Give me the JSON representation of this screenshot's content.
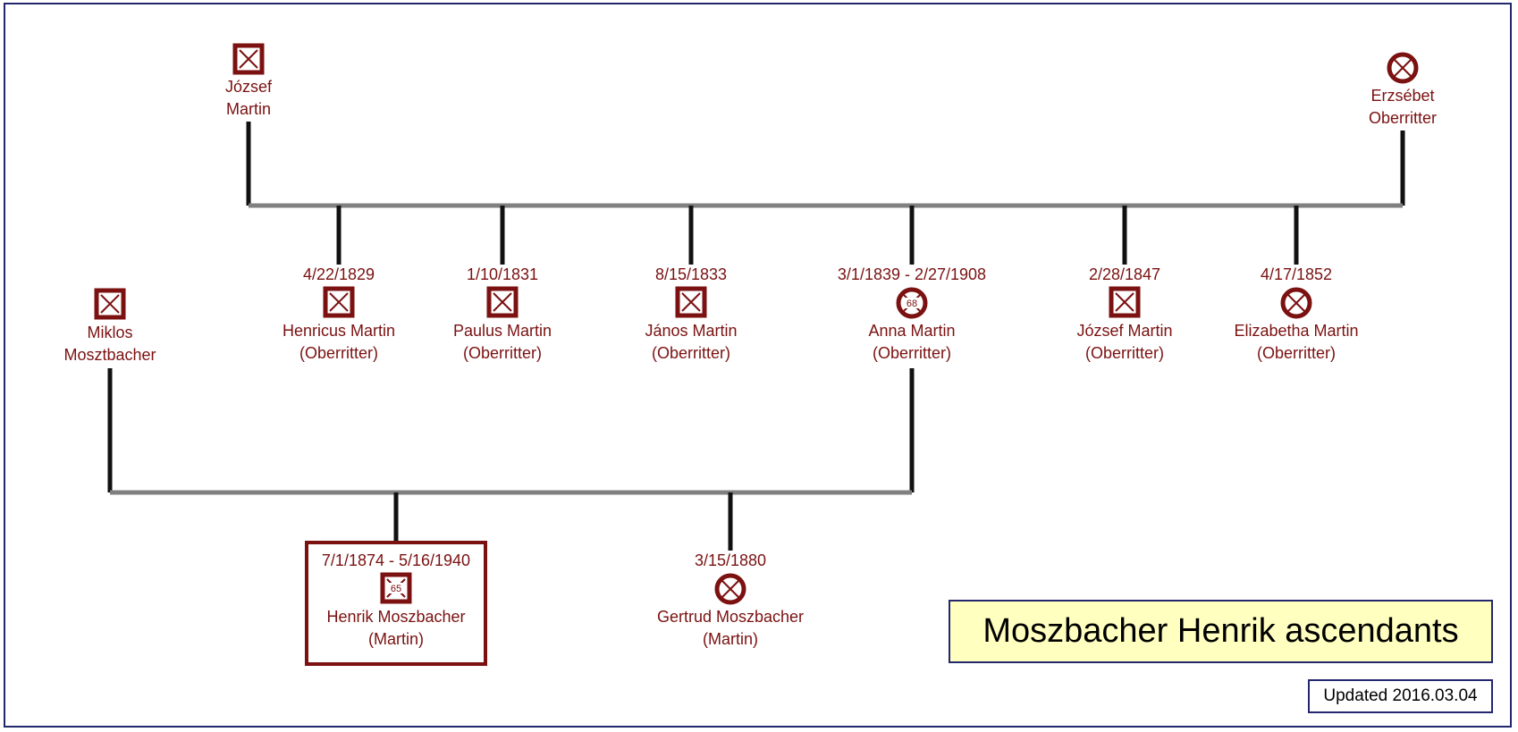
{
  "title": "Moszbacher Henrik ascendants",
  "updated": "Updated 2016.03.04",
  "colors": {
    "person": "#7b1111",
    "frame": "#22276e",
    "title_bg": "#ffffc0",
    "line_dark": "#111111",
    "line_gray": "#808080"
  },
  "people": {
    "jozsef_sr": {
      "date": "",
      "name": "József",
      "name2": "Martin",
      "symbol": "male-deceased-icon",
      "age": ""
    },
    "erzsebet": {
      "date": "",
      "name": "Erzsébet",
      "name2": "Oberritter",
      "symbol": "female-deceased-icon",
      "age": ""
    },
    "miklos": {
      "date": "",
      "name": "Miklos",
      "name2": "Mosztbacher",
      "symbol": "male-deceased-icon",
      "age": ""
    },
    "henricus": {
      "date": "4/22/1829",
      "name": "Henricus Martin",
      "name2": "(Oberritter)",
      "symbol": "male-deceased-icon",
      "age": ""
    },
    "paulus": {
      "date": "1/10/1831",
      "name": "Paulus Martin",
      "name2": "(Oberritter)",
      "symbol": "male-deceased-icon",
      "age": ""
    },
    "janos": {
      "date": "8/15/1833",
      "name": "János Martin",
      "name2": "(Oberritter)",
      "symbol": "male-deceased-icon",
      "age": ""
    },
    "anna": {
      "date": "3/1/1839 - 2/27/1908",
      "name": "Anna Martin",
      "name2": "(Oberritter)",
      "symbol": "female-deceased-icon",
      "age": "68"
    },
    "jozsef_jr": {
      "date": "2/28/1847",
      "name": "József Martin",
      "name2": "(Oberritter)",
      "symbol": "male-deceased-icon",
      "age": ""
    },
    "elizabetha": {
      "date": "4/17/1852",
      "name": "Elizabetha Martin",
      "name2": "(Oberritter)",
      "symbol": "female-deceased-icon",
      "age": ""
    },
    "henrik": {
      "date": "7/1/1874 - 5/16/1940",
      "name": "Henrik Moszbacher",
      "name2": "(Martin)",
      "symbol": "male-deceased-icon",
      "age": "65"
    },
    "gertrud": {
      "date": "3/15/1880",
      "name": "Gertrud Moszbacher",
      "name2": "(Martin)",
      "symbol": "female-deceased-icon",
      "age": ""
    }
  }
}
